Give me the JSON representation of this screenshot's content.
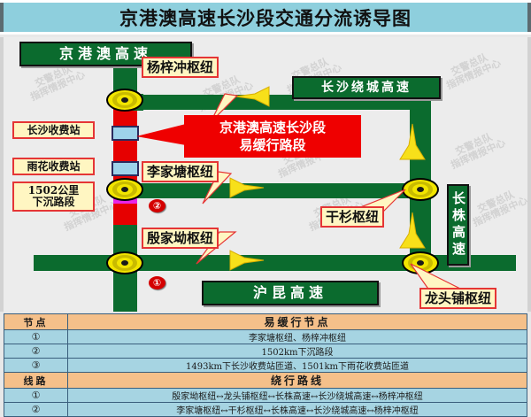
{
  "title": "京港澳高速长沙段交通分流诱导图",
  "watermark": {
    "line1": "交警总队",
    "line2": "指挥情报中心"
  },
  "road_signs": {
    "jgao": "京港澳高速",
    "raocheng": "长沙绕城高速",
    "hukun": "沪昆高速",
    "changzhu": "长株高速"
  },
  "callouts": {
    "yangzichong": "杨梓冲枢纽",
    "lijiatang": "李家塘枢纽",
    "yinjiaao": "殷家坳枢纽",
    "ganshan": "干杉枢纽",
    "longtoupu": "龙头铺枢纽",
    "changsha_toll": "长沙收费站",
    "yuhua_toll": "雨花收费站",
    "sink_line1": "1502公里",
    "sink_line2": "下沉路段"
  },
  "redbox": {
    "line1": "京港澳高速长沙段",
    "line2": "易缓行路段"
  },
  "badges": {
    "one": "①",
    "two": "②"
  },
  "table": {
    "header_left": "节点",
    "header_right": "易缓行节点",
    "node_rows": [
      {
        "idx": "①",
        "text": "李家塘枢纽、杨梓冲枢纽"
      },
      {
        "idx": "②",
        "text": "1502km下沉路段"
      },
      {
        "idx": "③",
        "text": "1493km下长沙收费站匝道、1501km下雨花收费站匝道"
      }
    ],
    "route_header_left": "线路",
    "route_header_right": "绕行路线",
    "route_rows": [
      {
        "idx": "①",
        "text": "殷家坳枢纽↔龙头铺枢纽↔长株高速↔长沙绕城高速↔杨梓冲枢纽"
      },
      {
        "idx": "②",
        "text": "李家塘枢纽↔干杉枢纽↔长株高速↔长沙绕城高速↔杨梓冲枢纽"
      }
    ]
  },
  "colors": {
    "road_green": "#0b6b2e",
    "congested_red": "#e60000",
    "sink_magenta": "#e824e8",
    "toll_blue": "#9ed3ea",
    "arrow_yellow": "#f7e01a",
    "title_band": "#8ecfdd",
    "table_header": "#f5c08a",
    "table_body": "#a6d4e2"
  }
}
